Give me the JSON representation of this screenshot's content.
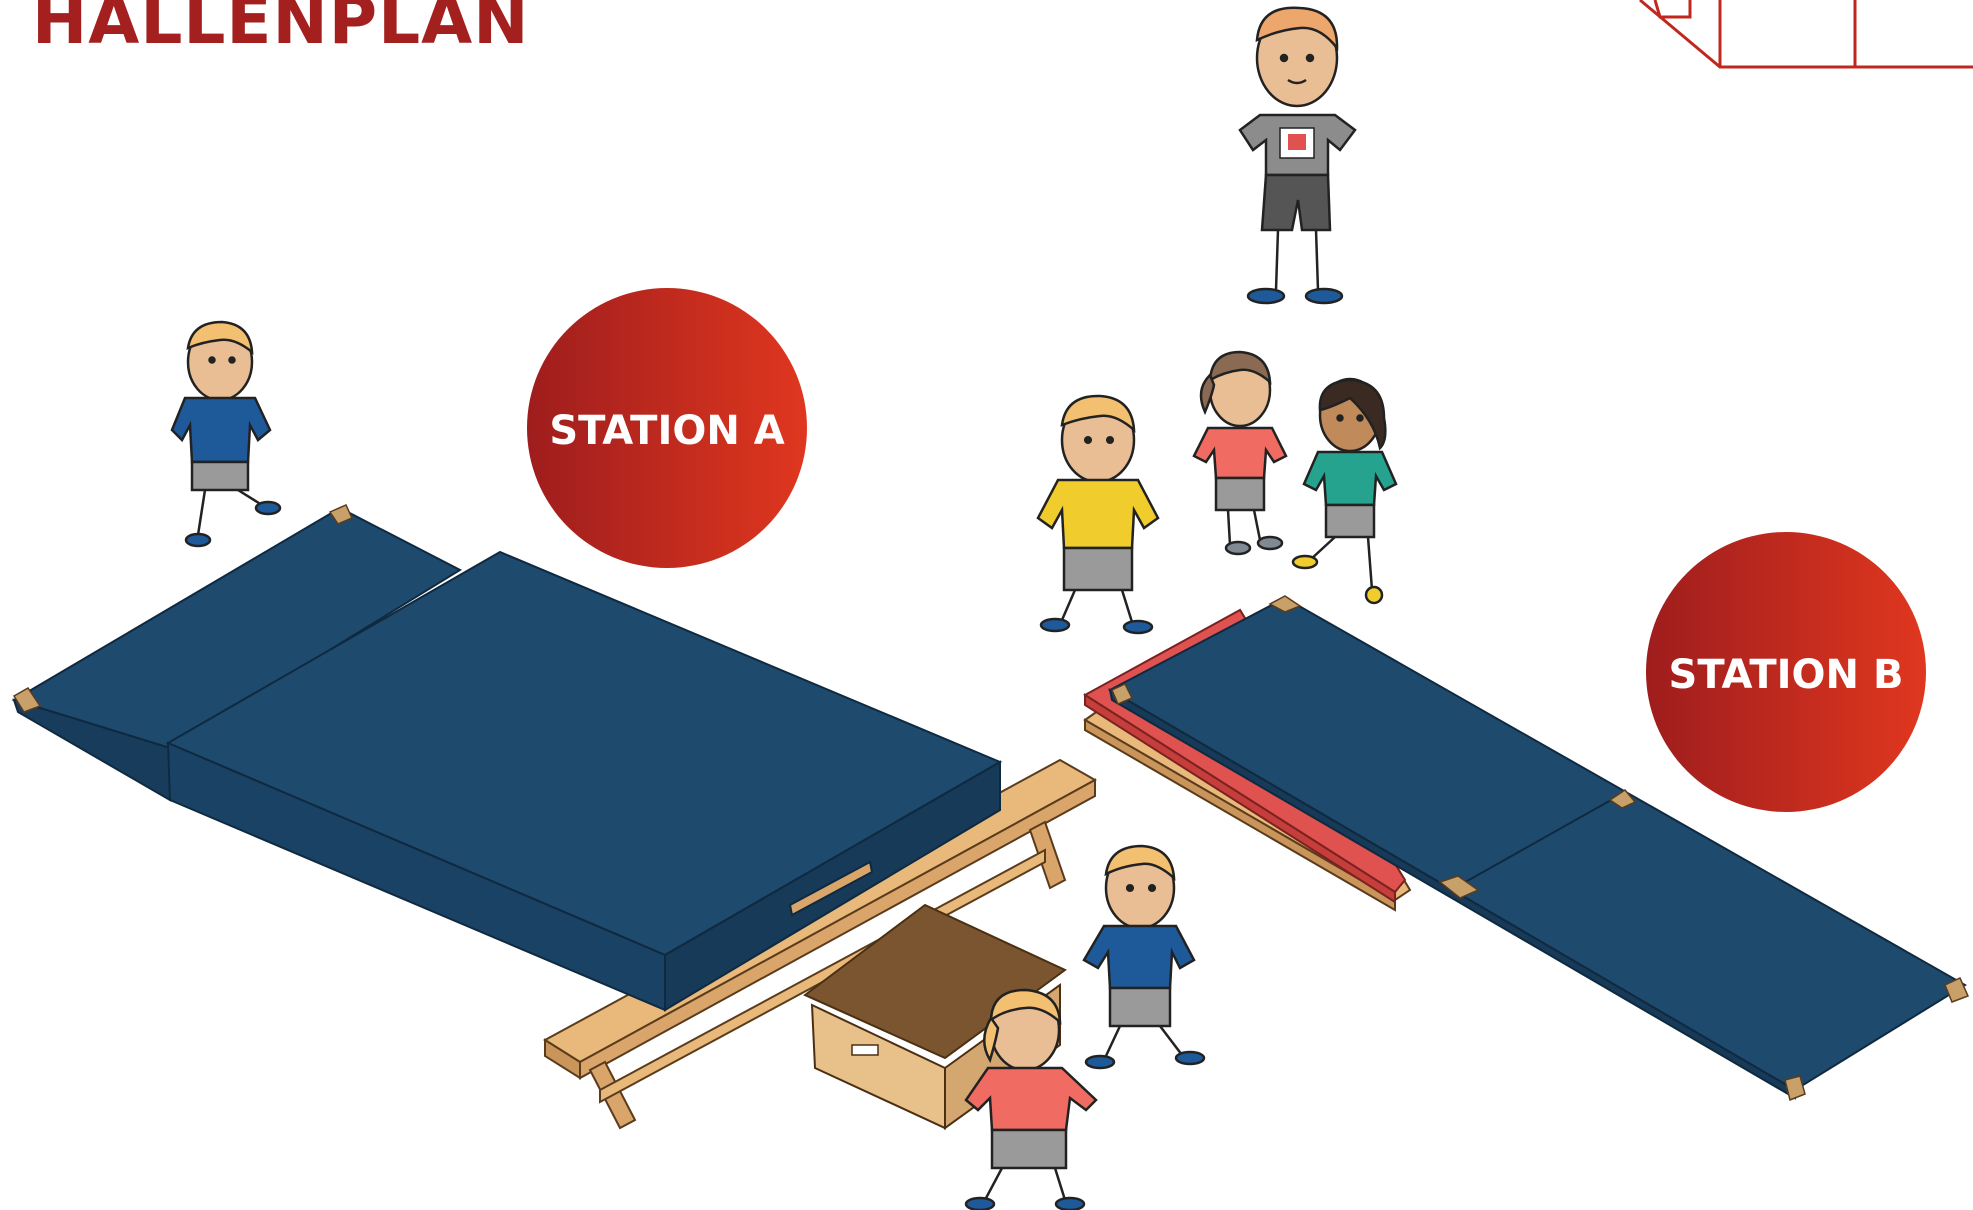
{
  "title": "HALLENPLAN",
  "stations": [
    {
      "label": "STATION A"
    },
    {
      "label": "STATION B"
    }
  ],
  "colors": {
    "title": "#a3201f",
    "badge_dark": "#9e1d1d",
    "badge_light": "#e0371f",
    "mat_blue": "#1e4a6e",
    "mat_red": "#e0524f",
    "wood": "#e8b97a",
    "box_top": "#7b5530",
    "corner": "#c8a06a"
  },
  "icons": {
    "teacher_shirt_logo": "vaulting-box-logo"
  },
  "figures": [
    {
      "name": "teacher",
      "shirt": "#8c8c8c"
    },
    {
      "name": "child-left",
      "shirt": "#1e5a9a"
    },
    {
      "name": "child-yellow",
      "shirt": "#f0cc2c"
    },
    {
      "name": "child-red-top",
      "shirt": "#f06b62"
    },
    {
      "name": "child-green",
      "shirt": "#26a38f"
    },
    {
      "name": "child-blue-bottom",
      "shirt": "#1e5a9a"
    },
    {
      "name": "child-red-bottom",
      "shirt": "#f06b62"
    }
  ]
}
